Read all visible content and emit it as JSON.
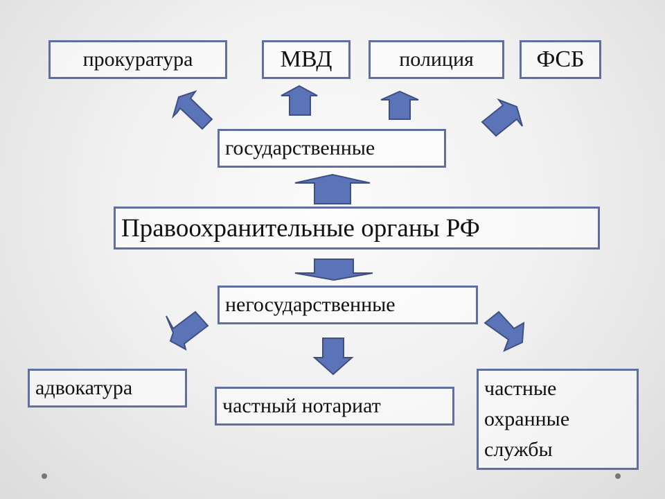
{
  "diagram": {
    "root": {
      "label": "Правоохранительные органы РФ"
    },
    "state": {
      "label": "государственные",
      "children": [
        "прокуратура",
        "МВД",
        "полиция",
        "ФСБ"
      ]
    },
    "nonstate": {
      "label": "негосударственные",
      "children": [
        "адвокатура",
        "частный нотариат",
        "частные\nохранные\nслужбы"
      ]
    },
    "colors": {
      "box_border": "#5f6f9f",
      "arrow_fill": "#5b74b8",
      "arrow_stroke": "#3f4f82",
      "dot": "#777777"
    }
  }
}
